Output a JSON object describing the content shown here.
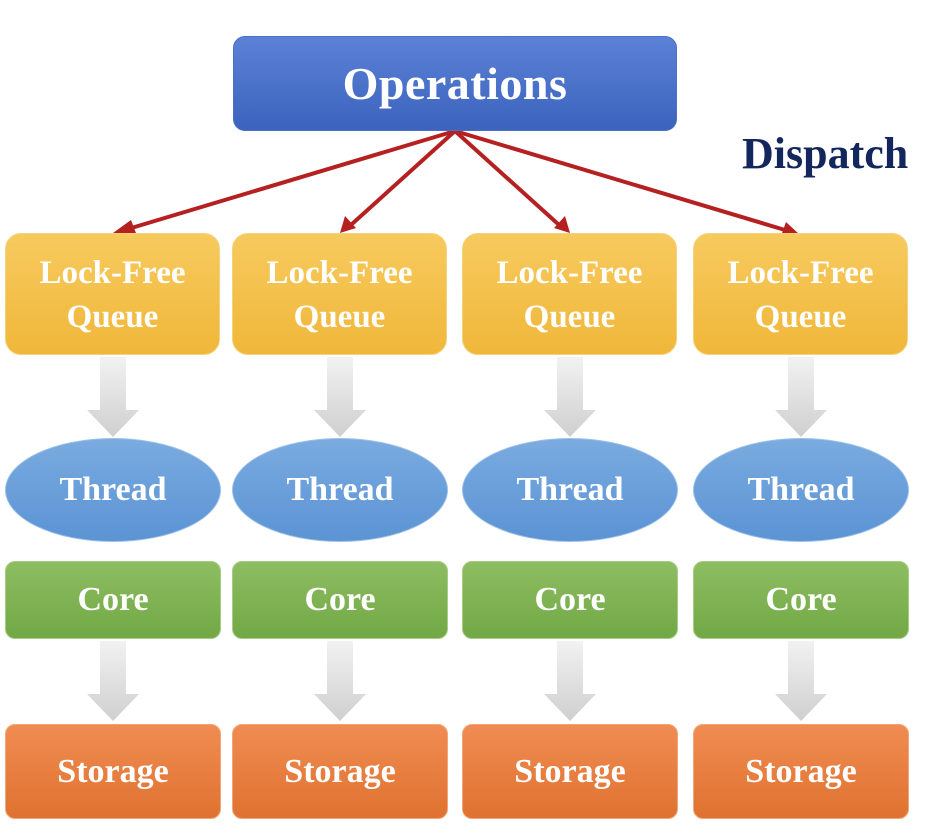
{
  "title": "Operations",
  "dispatch_label": "Dispatch",
  "columns": [
    {
      "queue_line1": "Lock-Free",
      "queue_line2": "Queue",
      "thread": "Thread",
      "core": "Core",
      "storage": "Storage"
    },
    {
      "queue_line1": "Lock-Free",
      "queue_line2": "Queue",
      "thread": "Thread",
      "core": "Core",
      "storage": "Storage"
    },
    {
      "queue_line1": "Lock-Free",
      "queue_line2": "Queue",
      "thread": "Thread",
      "core": "Core",
      "storage": "Storage"
    },
    {
      "queue_line1": "Lock-Free",
      "queue_line2": "Queue",
      "thread": "Thread",
      "core": "Core",
      "storage": "Storage"
    }
  ],
  "colors": {
    "operations": "#4a72cc",
    "dispatch_text": "#14275c",
    "dispatch_arrow": "#b52020",
    "queue": "#f3c04a",
    "thread": "#6a9fdb",
    "core": "#7fb354",
    "storage": "#e77f42",
    "flow_arrow": "#d9d9d9"
  }
}
